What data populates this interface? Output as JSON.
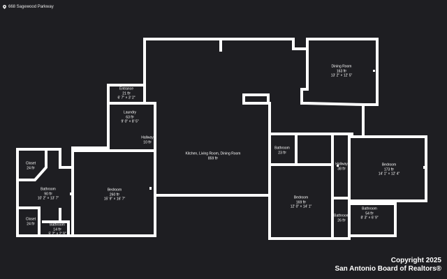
{
  "header": {
    "address": "668 Sagewood Parkway",
    "pin_icon": "location-pin-icon"
  },
  "colors": {
    "background": "#1e1e22",
    "wall": "#ffffff",
    "text": "#ffffff"
  },
  "rooms": [
    {
      "id": "dining-room",
      "name": "Dining Room",
      "area": "163 ft²",
      "dims": "13' 2\" × 12' 5\""
    },
    {
      "id": "entrance",
      "name": "Entrance",
      "area": "21 ft²",
      "dims": "6' 7\" × 3' 2\""
    },
    {
      "id": "laundry",
      "name": "Laundry",
      "area": "63 ft²",
      "dims": "9' 0\" × 8' 5\""
    },
    {
      "id": "hallway-left",
      "name": "Hallway",
      "area": "10 ft²",
      "dims": ""
    },
    {
      "id": "kitchen",
      "name": "Kitchen, Living Room, Dining Room",
      "area": "859 ft²",
      "dims": ""
    },
    {
      "id": "bathroom-center",
      "name": "Bathroom",
      "area": "23 ft²",
      "dims": ""
    },
    {
      "id": "hallway-right",
      "name": "Hallway",
      "area": "38 ft²",
      "dims": ""
    },
    {
      "id": "bedroom-east",
      "name": "Bedroom",
      "area": "173 ft²",
      "dims": "14' 1\" × 12' 4\""
    },
    {
      "id": "closet-top",
      "name": "Closet",
      "area": "24 ft²",
      "dims": ""
    },
    {
      "id": "bathroom-west",
      "name": "Bathroom",
      "area": "90 ft²",
      "dims": "10' 2\" × 13' 7\""
    },
    {
      "id": "bedroom-west",
      "name": "Bedroom",
      "area": "260 ft²",
      "dims": "15' 9\" × 16' 7\""
    },
    {
      "id": "bedroom-south",
      "name": "Bedroom",
      "area": "169 ft²",
      "dims": "12' 0\" × 14' 1\""
    },
    {
      "id": "bathroom-east",
      "name": "Bathroom",
      "area": "54 ft²",
      "dims": "8' 3\" × 6' 9\""
    },
    {
      "id": "closet-bottom",
      "name": "Closet",
      "area": "24 ft²",
      "dims": ""
    },
    {
      "id": "bathroom-small",
      "name": "Bathroom",
      "area": "14 ft²",
      "dims": "5' 2\" × 2' 9\""
    },
    {
      "id": "bathroom-tiny",
      "name": "Bathroom",
      "area": "26 ft²",
      "dims": ""
    }
  ],
  "copyright": {
    "line1": "Copyright 2025",
    "line2": "San Antonio Board of Realtors®"
  }
}
